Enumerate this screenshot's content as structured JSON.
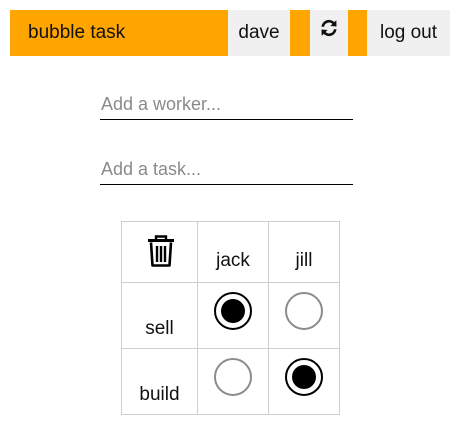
{
  "header": {
    "brand": "bubble task",
    "user": "dave",
    "refresh_icon": "refresh-icon",
    "logout": "log out",
    "accent_color": "#ffa500",
    "button_color": "#f0f0f0"
  },
  "inputs": {
    "worker_placeholder": "Add a worker...",
    "worker_value": "",
    "task_placeholder": "Add a task...",
    "task_value": ""
  },
  "grid": {
    "delete_icon": "trash-icon",
    "workers": [
      "jack",
      "jill"
    ],
    "tasks": [
      {
        "name": "sell",
        "assigned": [
          true,
          false
        ]
      },
      {
        "name": "build",
        "assigned": [
          false,
          true
        ]
      }
    ]
  }
}
